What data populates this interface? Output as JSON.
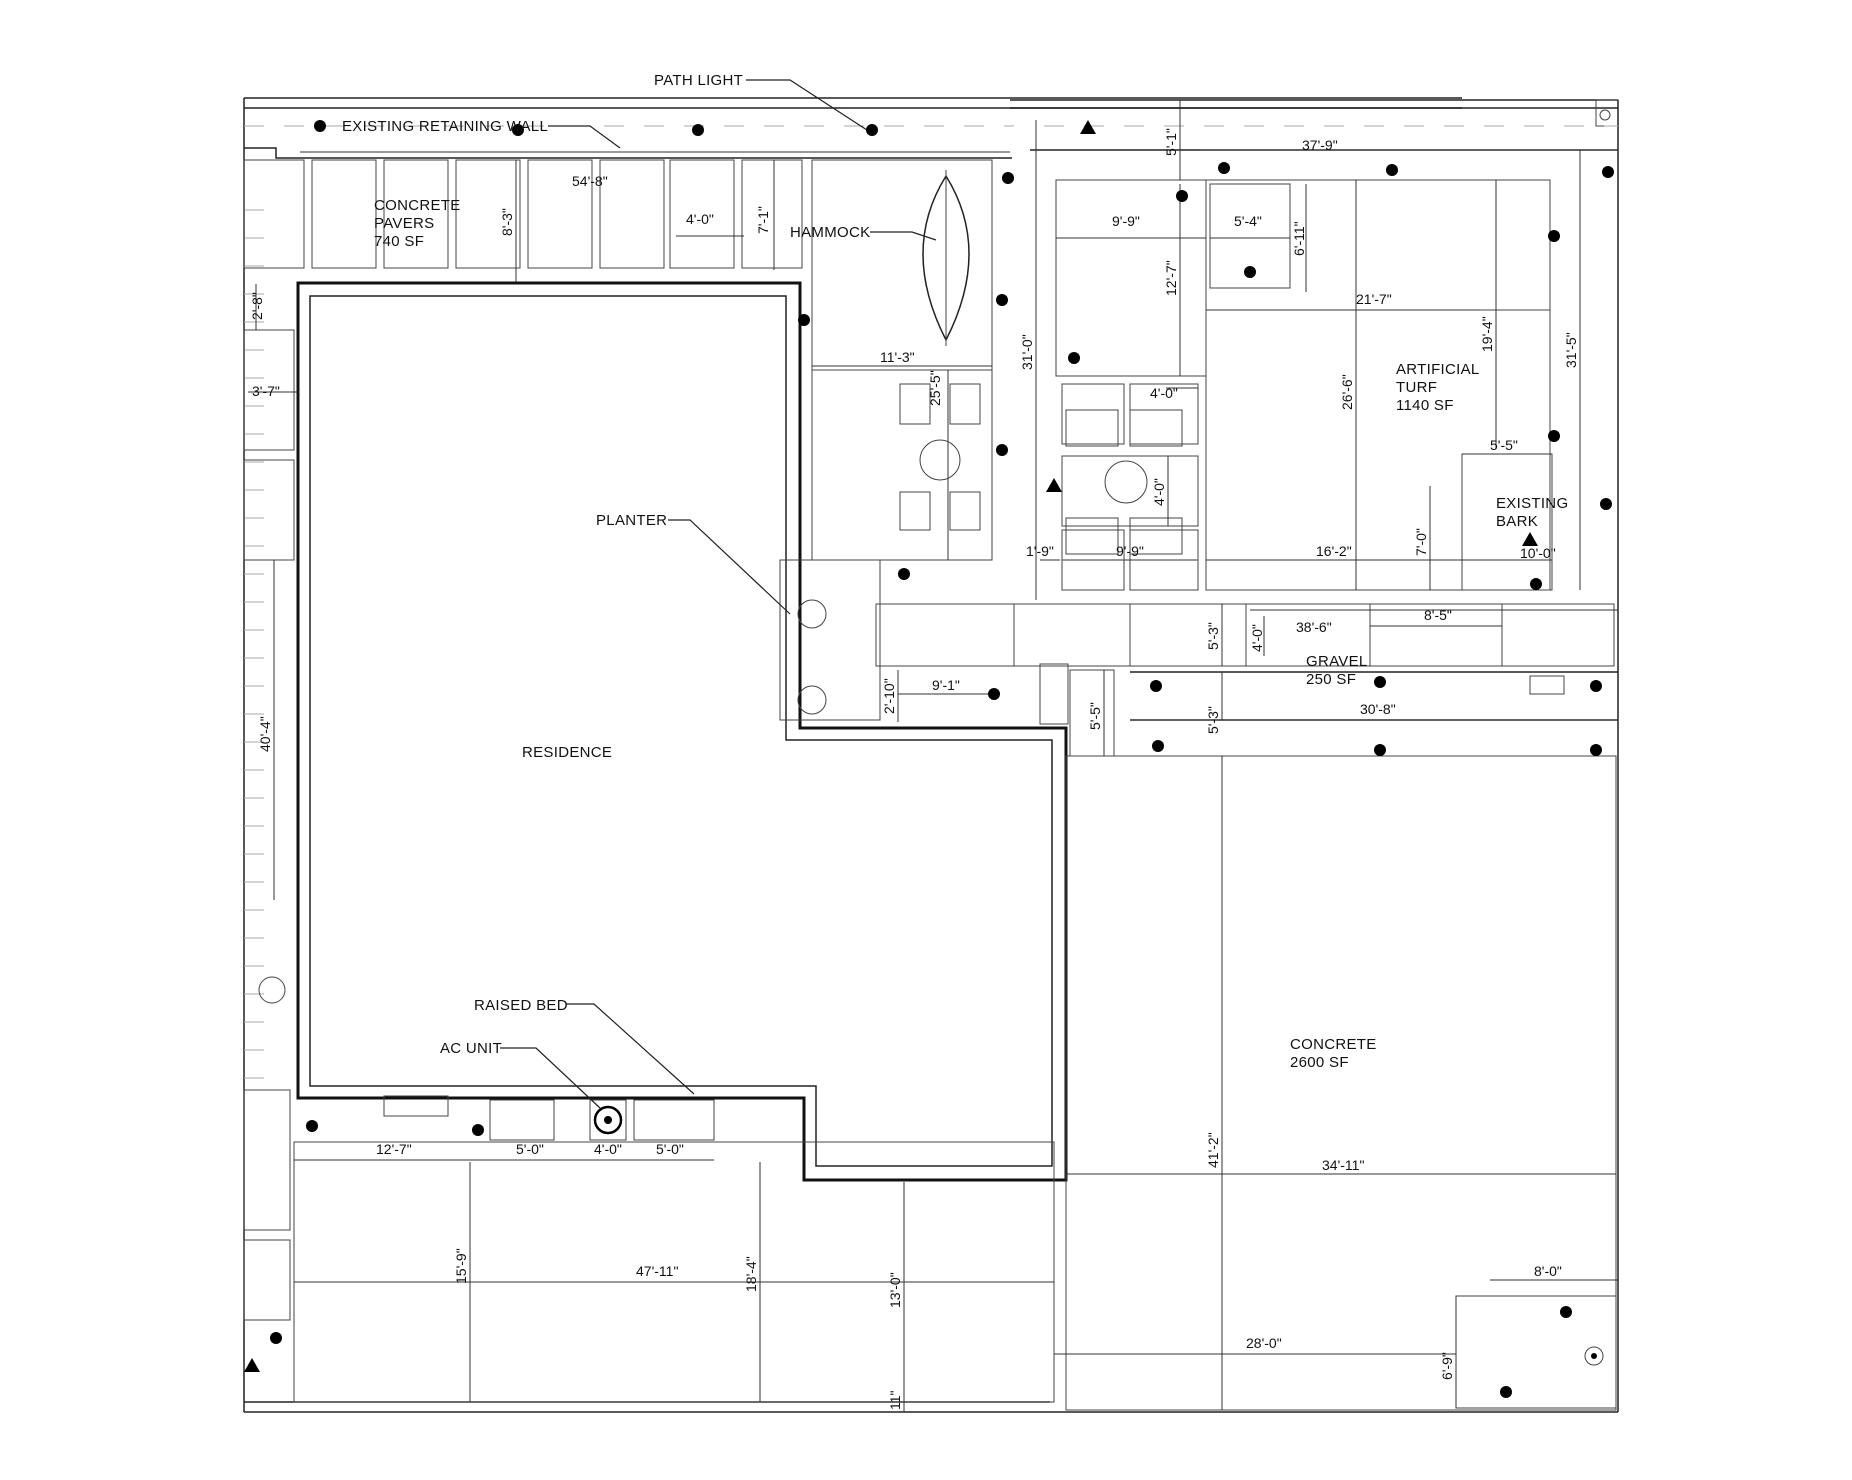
{
  "labels": {
    "path_light": "PATH LIGHT",
    "retaining_wall": "EXISTING RETAINING WALL",
    "pavers_l1": "CONCRETE",
    "pavers_l2": "PAVERS",
    "pavers_l3": "740 SF",
    "hammock": "HAMMOCK",
    "planter": "PLANTER",
    "residence": "RESIDENCE",
    "raised_bed": "RAISED BED",
    "ac_unit": "AC UNIT",
    "turf_l1": "ARTIFICIAL",
    "turf_l2": "TURF",
    "turf_l3": "1140 SF",
    "bark_l1": "EXISTING",
    "bark_l2": "BARK",
    "gravel_l1": "GRAVEL",
    "gravel_l2": "250 SF",
    "concrete_l1": "CONCRETE",
    "concrete_l2": "2600 SF"
  },
  "dims": {
    "d_54_8": "54'-8\"",
    "d_8_3": "8'-3\"",
    "d_4_0_pav": "4'-0\"",
    "d_7_1": "7'-1\"",
    "d_2_8": "2'-8\"",
    "d_3_7": "3'-7\"",
    "d_40_4": "40'-4\"",
    "d_11_3": "11'-3\"",
    "d_25_5": "25'-5\"",
    "d_31_0": "31'-0\"",
    "d_5_1": "5'-1\"",
    "d_37_9": "37'-9\"",
    "d_9_9a": "9'-9\"",
    "d_5_4": "5'-4\"",
    "d_6_11": "6'-11\"",
    "d_12_7": "12'-7\"",
    "d_21_7": "21'-7\"",
    "d_19_4": "19'-4\"",
    "d_31_5": "31'-5\"",
    "d_26_6": "26'-6\"",
    "d_4_0_seat": "4'-0\"",
    "d_4_0_tbl": "4'-0\"",
    "d_5_5_turf": "5'-5\"",
    "d_7_0": "7'-0\"",
    "d_16_2": "16'-2\"",
    "d_10_0": "10'-0\"",
    "d_1_9": "1'-9\"",
    "d_9_9b": "9'-9\"",
    "d_5_3a": "5'-3\"",
    "d_4_0_grv": "4'-0\"",
    "d_38_6": "38'-6\"",
    "d_8_5": "8'-5\"",
    "d_2_10": "2'-10\"",
    "d_9_1": "9'-1\"",
    "d_5_5_grv": "5'-5\"",
    "d_5_3b": "5'-3\"",
    "d_30_8": "30'-8\"",
    "d_12_7b": "12'-7\"",
    "d_5_0a": "5'-0\"",
    "d_4_0_ac": "4'-0\"",
    "d_5_0b": "5'-0\"",
    "d_15_9": "15'-9\"",
    "d_47_11": "47'-11\"",
    "d_18_4": "18'-4\"",
    "d_13_0": "13'-0\"",
    "d_11": "11\"",
    "d_41_2": "41'-2\"",
    "d_34_11": "34'-11\"",
    "d_8_0": "8'-0\"",
    "d_28_0": "28'-0\"",
    "d_6_9": "6'-9\""
  },
  "colors": {
    "line": "#222222",
    "hatch": "#9a9a9a",
    "fixture": "#000000"
  }
}
